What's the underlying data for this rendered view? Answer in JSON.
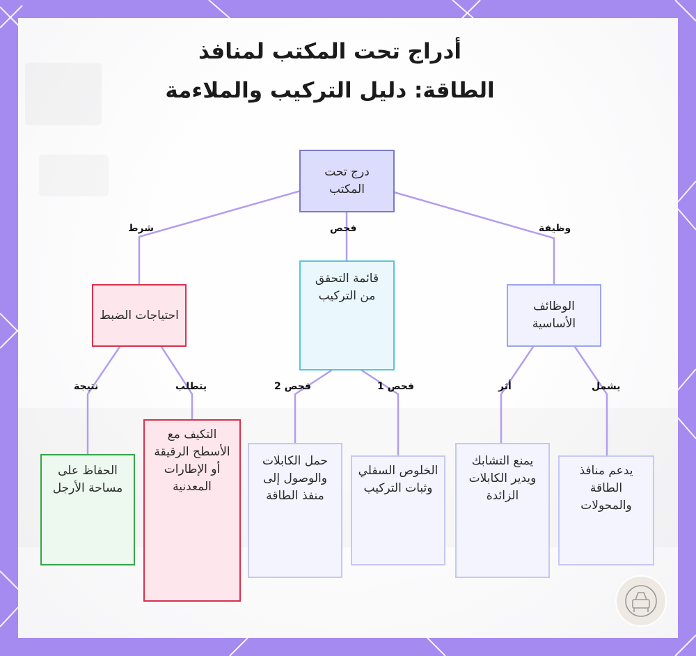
{
  "title": {
    "line1": "أدراج تحت المكتب لمنافذ",
    "line2": "الطاقة: دليل التركيب والملاءمة"
  },
  "colors": {
    "frame": "#a58af0",
    "edge": "#b39df0",
    "root": "#dcdcfd",
    "adjust": "#fde6ec",
    "check": "#eaf8fe",
    "functions": "#f1f2fe",
    "result": "#edf8ee"
  },
  "nodes": {
    "root": "درج تحت المكتب",
    "adjust": "احتياجات الضبط",
    "checklist": "قائمة التحقق من التركيب",
    "functions": "الوظائف الأساسية",
    "legroom": "الحفاظ على مساحة الأرجل",
    "adapt": "التكيف مع الأسطح الرقيقة أو الإطارات المعدنية",
    "cables": "حمل الكابلات والوصول إلى منفذ الطاقة",
    "clearance": "الخلوص السفلي وثبات التركيب",
    "tangle": "يمنع التشابك ويدير الكابلات الزائدة",
    "supports": "يدعم منافذ الطاقة والمحولات"
  },
  "edge_labels": {
    "condition": "شرط",
    "check": "فحص",
    "function": "وظيفة",
    "result": "نتيجة",
    "requires": "يتطلب",
    "check2": "فحص 2",
    "check1": "فحص 1",
    "effect": "أثر",
    "includes": "يشمل"
  },
  "icons": {
    "badge": "desk-logo-icon"
  }
}
